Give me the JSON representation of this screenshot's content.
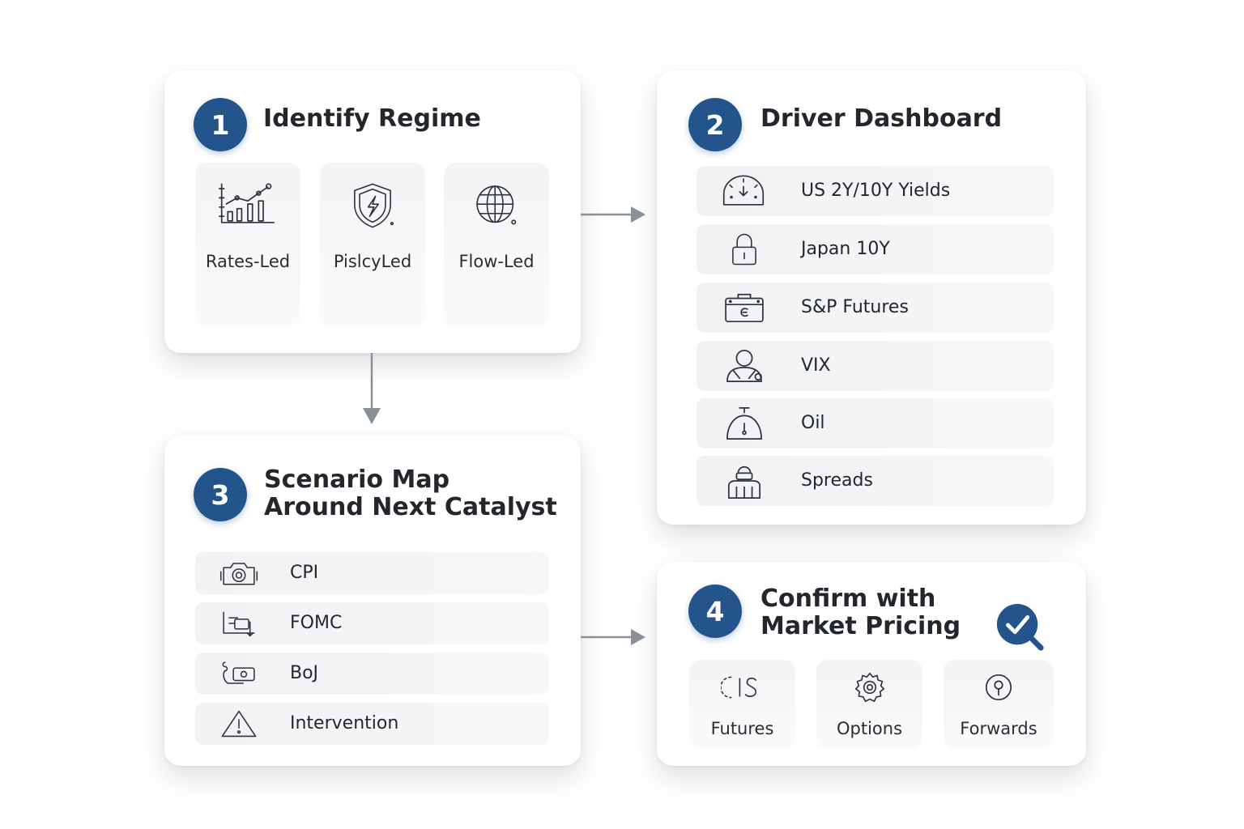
{
  "step1": {
    "number": "1",
    "title": "Identify Regime",
    "tiles": [
      {
        "label": "Rates-Led",
        "icon": "line-chart-icon"
      },
      {
        "label": "PislcyLed",
        "icon": "shield-icon"
      },
      {
        "label": "Flow-Led",
        "icon": "globe-icon"
      }
    ]
  },
  "step2": {
    "number": "2",
    "title": "Driver Dashboard",
    "rows": [
      {
        "label": "US 2Y/10Y Yields",
        "icon": "gauge-icon"
      },
      {
        "label": "Japan 10Y",
        "icon": "lock-icon"
      },
      {
        "label": "S&P Futures",
        "icon": "briefcase-icon"
      },
      {
        "label": "VIX",
        "icon": "person-icon"
      },
      {
        "label": "Oil",
        "icon": "timer-icon"
      },
      {
        "label": "Spreads",
        "icon": "building-icon"
      }
    ]
  },
  "step3": {
    "number": "3",
    "title_line1": "Scenario Map",
    "title_line2": "Around Next Catalyst",
    "rows": [
      {
        "label": "CPI",
        "icon": "camera-icon"
      },
      {
        "label": "FOMC",
        "icon": "document-icon"
      },
      {
        "label": "BoJ",
        "icon": "money-icon"
      },
      {
        "label": "Intervention",
        "icon": "warning-icon"
      }
    ]
  },
  "step4": {
    "number": "4",
    "title_line1": "Confirm with",
    "title_line2": "Market Pricing",
    "tiles": [
      {
        "label": "Futures",
        "icon": "futures-icon"
      },
      {
        "label": "Options",
        "icon": "gear-icon"
      },
      {
        "label": "Forwards",
        "icon": "pin-icon"
      }
    ]
  },
  "colors": {
    "accent": "#24548c",
    "arrow": "#8a9097",
    "text": "#23272c"
  }
}
